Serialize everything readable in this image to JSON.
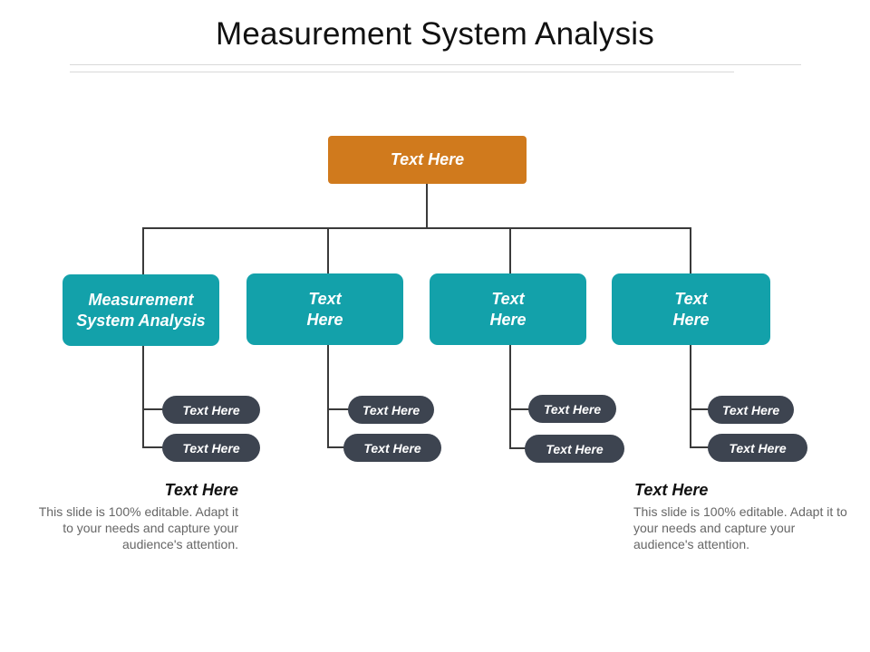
{
  "title": "Measurement System Analysis",
  "root": {
    "label": "Text Here"
  },
  "branches": [
    {
      "label": "Measurement\nSystem Analysis",
      "children": [
        "Text Here",
        "Text Here"
      ]
    },
    {
      "label": "Text\nHere",
      "children": [
        "Text Here",
        "Text Here"
      ]
    },
    {
      "label": "Text\nHere",
      "children": [
        "Text Here",
        "Text Here"
      ]
    },
    {
      "label": "Text\nHere",
      "children": [
        "Text Here",
        "Text Here"
      ]
    }
  ],
  "notes": [
    {
      "heading": "Text Here",
      "body": "This slide is 100% editable. Adapt it to your needs and capture your audience's attention."
    },
    {
      "heading": "Text Here",
      "body": "This slide is 100% editable. Adapt it to your needs and capture your audience's attention."
    }
  ],
  "colors": {
    "root": "#d07a1d",
    "branch": "#13a1aa",
    "leaf": "#3d4450",
    "connector": "#3a3a3a"
  }
}
